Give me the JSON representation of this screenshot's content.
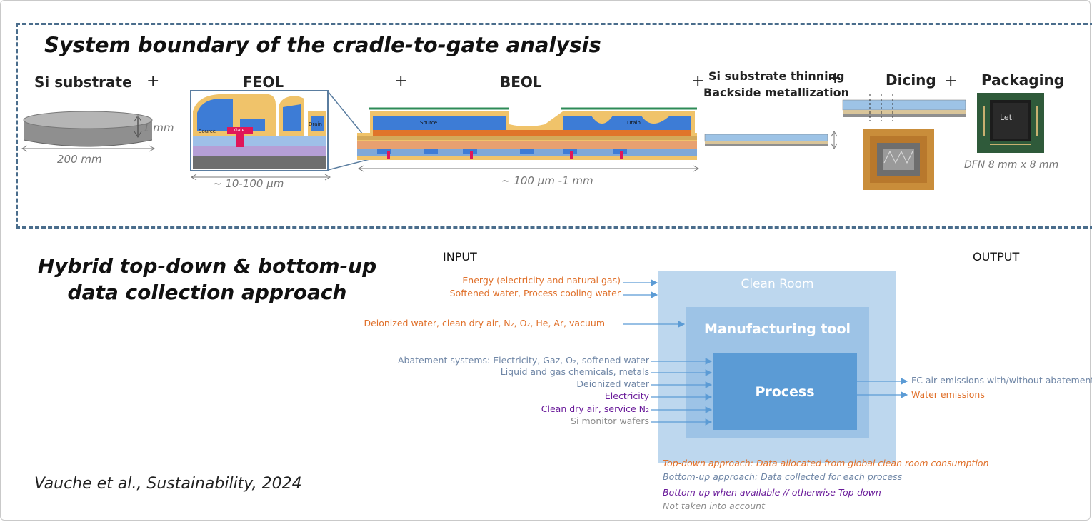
{
  "top": {
    "title": "System boundary of the cradle-to-gate analysis",
    "stages": {
      "si_substrate": "Si substrate",
      "feol": "FEOL",
      "beol": "BEOL",
      "thinning_line1": "Si substrate thinning",
      "thinning_line2": "Backside metallization",
      "dicing": "Dicing",
      "packaging": "Packaging"
    },
    "plus": "+",
    "dims": {
      "wafer_thickness": "1 mm",
      "wafer_diameter": "200 mm",
      "feol_scale": "~ 10-100 µm",
      "beol_scale": "~ 100 µm -1 mm",
      "package": "DFN 8 mm x 8 mm"
    },
    "feol_labels": {
      "source": "Source",
      "drain": "Drain",
      "gate": "Gate"
    },
    "beol_labels": {
      "source": "Source",
      "drain": "Drain"
    },
    "chip_mark": "Leti"
  },
  "bottom": {
    "title_line1": "Hybrid top-down & bottom-up",
    "title_line2": "data collection approach",
    "citation": "Vauche et al., Sustainability, 2024",
    "input_label": "INPUT",
    "output_label": "OUTPUT",
    "boxes": {
      "clean_room": "Clean Room",
      "tool": "Manufacturing tool",
      "process": "Process"
    },
    "inputs": {
      "energy": "Energy (electricity and natural gas)",
      "softened": "Softened water, Process cooling water",
      "deionized_cda": "Deionized water, clean dry air, N₂, O₂, He, Ar, vacuum",
      "abatement": "Abatement systems: Electricity, Gaz, O₂, softened water",
      "chemicals": "Liquid and gas chemicals, metals",
      "deionized": "Deionized water",
      "electricity": "Electricity",
      "cda_n2": "Clean dry air, service N₂",
      "monitor": "Si monitor wafers"
    },
    "outputs": {
      "fc": "FC air emissions with/without abatement",
      "water": "Water emissions"
    },
    "legend": {
      "top_down": "Top-down approach: Data allocated from global clean room consumption",
      "bottom_up": "Bottom-up approach: Data collected for each process",
      "hybrid": "Bottom-up when available // otherwise Top-down",
      "none": "Not taken into account"
    }
  },
  "colors": {
    "top_down": "#e0702a",
    "bottom_up": "#6f86a6",
    "hybrid": "#6a1b9a",
    "not_counted": "#8c8c8c",
    "clean_room": "#bdd7ee",
    "tool": "#9dc3e6",
    "process": "#5b9bd5"
  }
}
